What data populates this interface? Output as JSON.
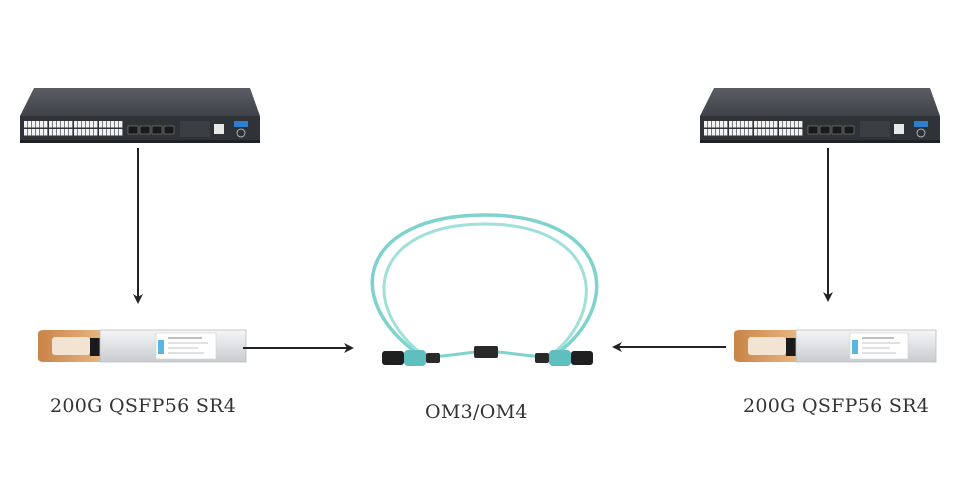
{
  "diagram": {
    "left_module_label": "200G QSFP56 SR4",
    "right_module_label": "200G QSFP56 SR4",
    "cable_label": "OM3/OM4"
  },
  "devices": {
    "left_switch_icon": "network-switch-icon",
    "right_switch_icon": "network-switch-icon",
    "left_module_icon": "qsfp56-transceiver-icon",
    "right_module_icon": "qsfp56-transceiver-icon",
    "cable_icon": "mtp-fiber-cable-icon"
  },
  "colors": {
    "switch_body": "#3a3d42",
    "port_white": "#f2f2f2",
    "pull_tab": "#d99a5e",
    "module_metal": "#e4e6e8",
    "fiber_aqua": "#7ed3cc",
    "connector": "#2a2a2a",
    "connector_boot": "#5fbfbf",
    "arrow": "#222222"
  }
}
